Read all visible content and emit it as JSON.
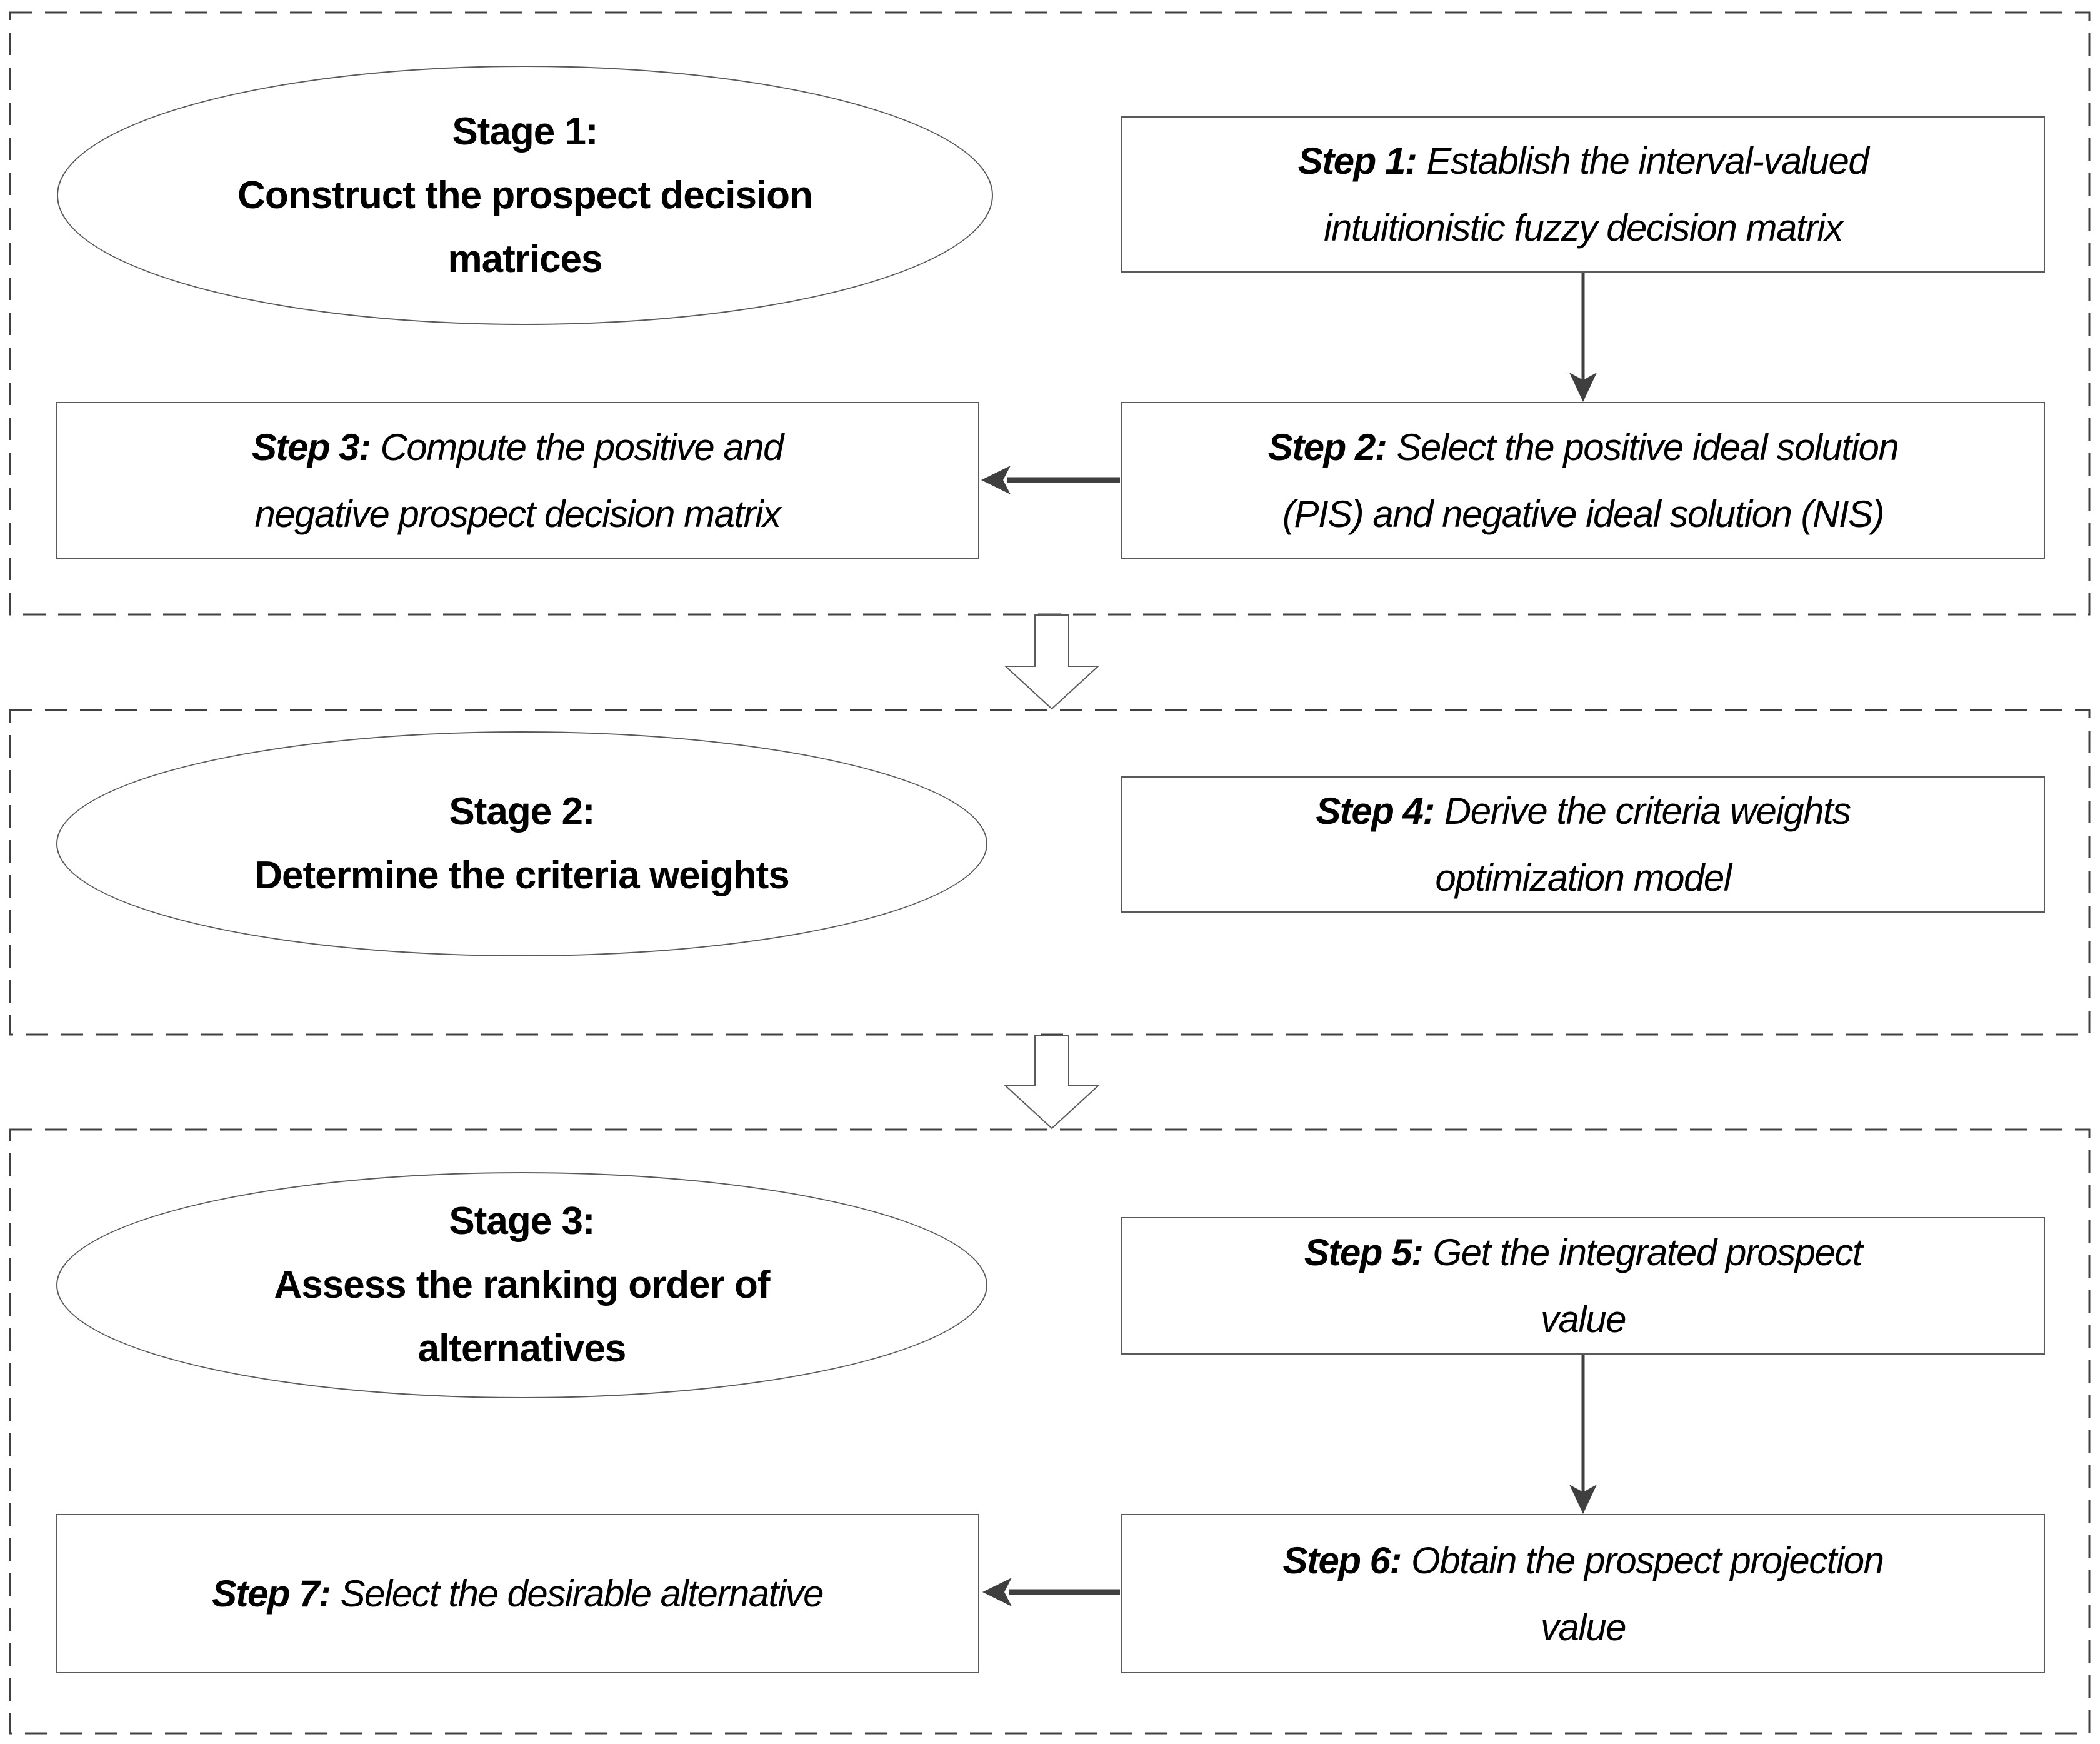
{
  "stages": [
    {
      "title": "Stage 1:",
      "lines": [
        "Construct the prospect decision",
        "matrices"
      ]
    },
    {
      "title": "Stage 2:",
      "lines": [
        "Determine the criteria weights"
      ]
    },
    {
      "title": "Stage 3:",
      "lines": [
        "Assess the ranking order of",
        "alternatives"
      ]
    }
  ],
  "steps": [
    {
      "label": "Step 1:",
      "lines": [
        "Establish the interval-valued",
        "intuitionistic fuzzy decision matrix"
      ]
    },
    {
      "label": "Step 2:",
      "lines": [
        "Select the positive ideal solution",
        "(PIS) and negative ideal solution (NIS)"
      ]
    },
    {
      "label": "Step 3:",
      "lines": [
        "Compute the positive and",
        "negative prospect decision matrix"
      ]
    },
    {
      "label": "Step 4:",
      "lines": [
        "Derive the criteria weights",
        "optimization model"
      ]
    },
    {
      "label": "Step 5:",
      "lines": [
        "Get the integrated prospect",
        "value"
      ]
    },
    {
      "label": "Step 6:",
      "lines": [
        "Obtain the prospect projection",
        "value"
      ]
    },
    {
      "label": "Step 7:",
      "lines": [
        "Select the desirable alternative"
      ]
    }
  ],
  "colors": {
    "text": "#000000",
    "shape_border": "#5a5a5a",
    "dashed_border": "#404040",
    "arrow": "#3f3f3f",
    "background": "#ffffff"
  }
}
